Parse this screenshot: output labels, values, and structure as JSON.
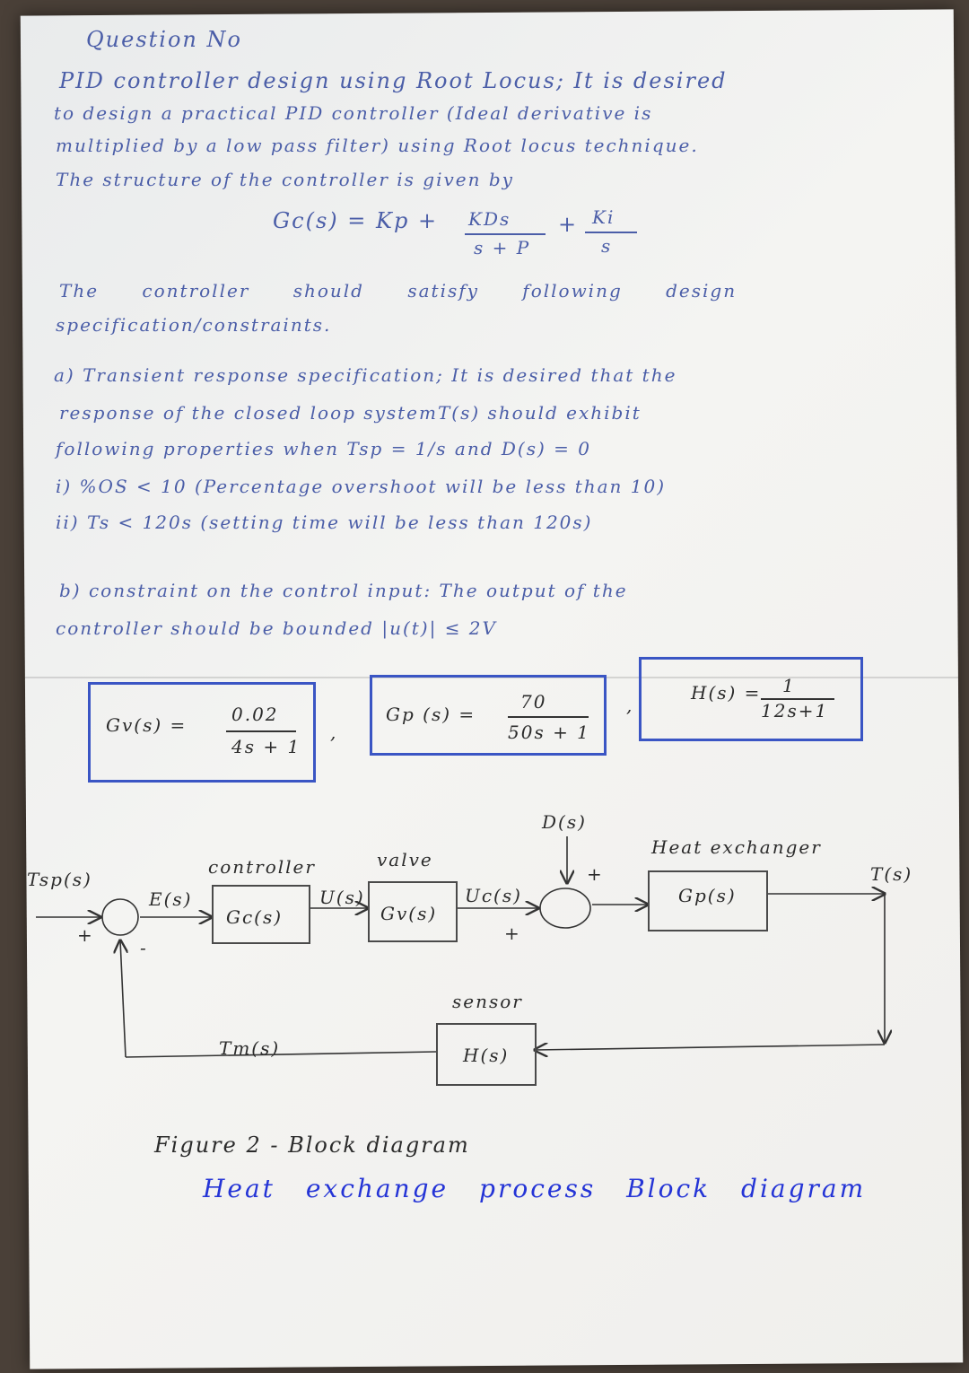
{
  "header": {
    "title": "Question No"
  },
  "intro": {
    "line1": "PID controller design using Root Locus; It is desired",
    "line2": "to design a practical PID controller (Ideal derivative is",
    "line3": "multiplied by a low pass filter) using Root locus technique.",
    "line4": "The structure of the controller is given by"
  },
  "formula": {
    "lhs": "Gc(s) = Kp +",
    "frac1_num": "KDs",
    "frac1_den": "s + P",
    "plus": "+",
    "frac2_num": "Ki",
    "frac2_den": "s"
  },
  "spec_intro": {
    "line1": "The controller should satisfy following design",
    "line2": "specification/constraints."
  },
  "spec_a": {
    "line1": "a) Transient response specification; It is desired that the",
    "line2": "response of the closed loop systemT(s) should exhibit",
    "line3": "following properties when Tsp = 1/s and D(s) = 0",
    "item1": "i) %OS < 10 (Percentage overshoot will be less than 10)",
    "item2": "ii) Ts < 120s (setting time will be less than 120s)"
  },
  "spec_b": {
    "line1": "b) constraint on the control input: The output of the",
    "line2": "controller should be bounded |u(t)| ≤ 2V"
  },
  "transfer_functions": {
    "gv_lhs": "Gv(s) =",
    "gv_num": "0.02",
    "gv_den": "4s + 1",
    "comma1": ",",
    "gp_lhs": "Gp (s) =",
    "gp_num": "70",
    "gp_den": "50s + 1",
    "comma2": ",",
    "h_lhs": "H(s) =",
    "h_num": "1",
    "h_den": "12s+1"
  },
  "diagram": {
    "tsp": "Tsp(s)",
    "plus1": "+",
    "minus1": "-",
    "e": "E(s)",
    "controller_label": "controller",
    "gc": "Gc(s)",
    "u": "U(s)",
    "valve_label": "valve",
    "gv": "Gv(s)",
    "uc": "Uc(s)",
    "d": "D(s)",
    "plus2": "+",
    "plus3": "+",
    "hx_label": "Heat exchanger",
    "gp": "Gp(s)",
    "t": "T(s)",
    "sensor_label": "sensor",
    "h": "H(s)",
    "tm": "Tm(s)"
  },
  "caption": {
    "line1": "Figure 2 - Block diagram",
    "line2": "Heat exchange process Block diagram"
  }
}
